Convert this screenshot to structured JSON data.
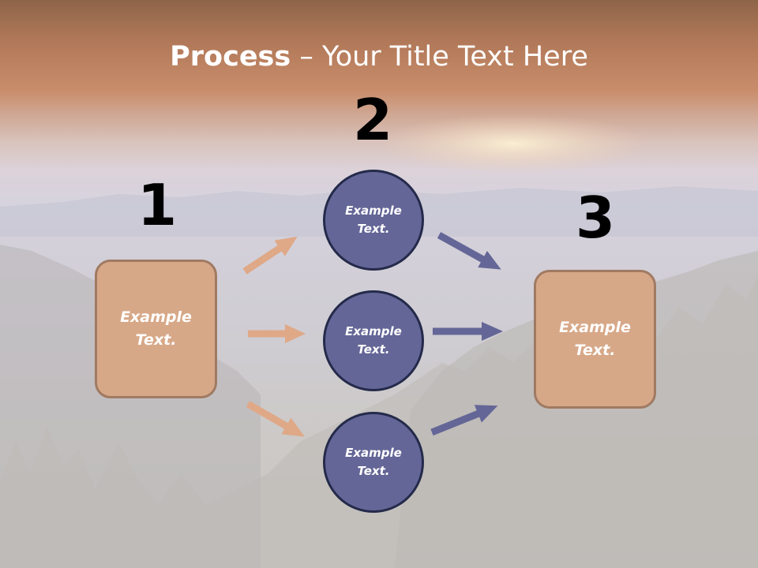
{
  "title": {
    "bold": "Process",
    "rest": " – Your Title Text Here"
  },
  "steps": {
    "one": {
      "number": "1",
      "label": "Example\nText."
    },
    "two": {
      "number": "2",
      "circles": [
        {
          "label": "Example\nText."
        },
        {
          "label": "Example\nText."
        },
        {
          "label": "Example\nText."
        }
      ]
    },
    "three": {
      "number": "3",
      "label": "Example\nText."
    }
  },
  "colors": {
    "box_fill": "#d7a888",
    "box_border": "#a07a62",
    "circle_fill": "#646697",
    "circle_border": "#242a4a",
    "arrow_peach": "#dfa887",
    "arrow_purple": "#646697"
  }
}
